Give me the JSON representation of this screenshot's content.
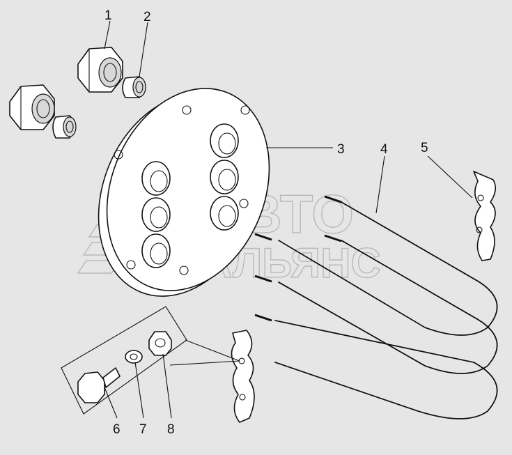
{
  "callouts": {
    "c1": "1",
    "c2": "2",
    "c3": "3",
    "c4": "4",
    "c5": "5",
    "c6": "6",
    "c7": "7",
    "c8": "8"
  },
  "watermark": {
    "line1": "АВТО",
    "line2": "АЛЬЯНС"
  },
  "colors": {
    "background": "#e6e6e6",
    "line": "#111111",
    "watermark": "#b9b9b9"
  }
}
